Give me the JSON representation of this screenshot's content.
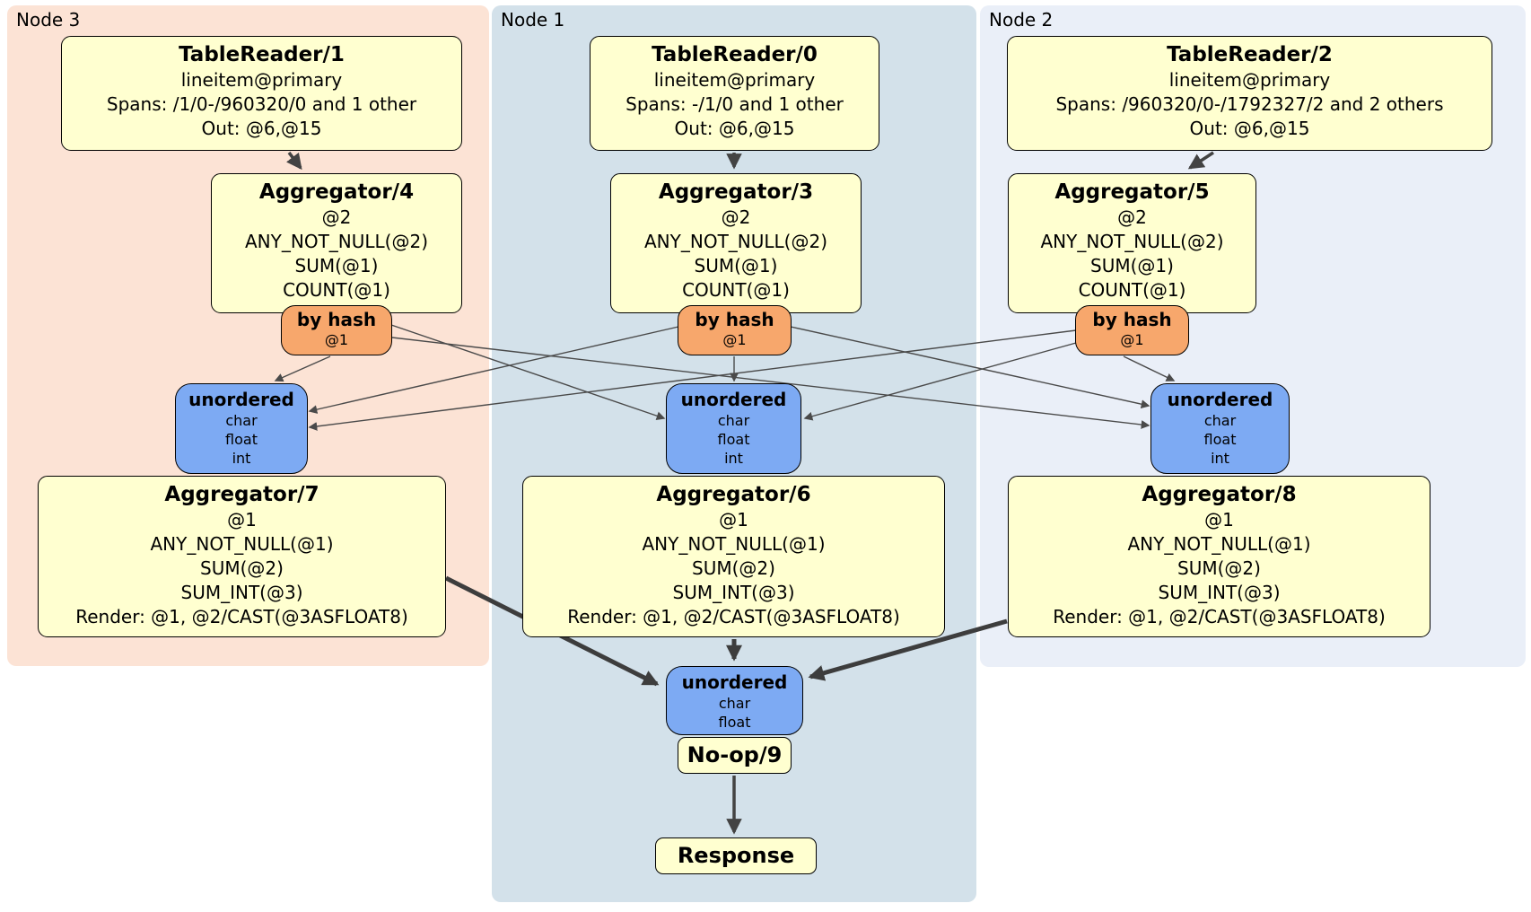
{
  "panels": [
    {
      "label": "Node 3"
    },
    {
      "label": "Node 1"
    },
    {
      "label": "Node 2"
    }
  ],
  "colors": {
    "node3_bg": "#fce3d5",
    "node1_bg": "#d3e1ea",
    "node2_bg": "#eaeff8",
    "processor_bg": "#ffffd0",
    "router_bg": "#f7a76c",
    "sync_bg": "#7daaf3",
    "edge": "#434343"
  },
  "boxes": {
    "tr1": {
      "title": "TableReader/1",
      "lines": [
        "lineitem@primary",
        "Spans: /1/0-/960320/0 and 1 other",
        "Out: @6,@15"
      ]
    },
    "agg4": {
      "title": "Aggregator/4",
      "lines": [
        "@2",
        "ANY_NOT_NULL(@2)",
        "SUM(@1)",
        "COUNT(@1)"
      ]
    },
    "byhash3": {
      "title": "by hash",
      "sub": "@1"
    },
    "unordered3": {
      "title": "unordered",
      "lines": [
        "char",
        "float",
        "int"
      ]
    },
    "agg7": {
      "title": "Aggregator/7",
      "lines": [
        "@1",
        "ANY_NOT_NULL(@1)",
        "SUM(@2)",
        "SUM_INT(@3)",
        "Render: @1, @2/CAST(@3ASFLOAT8)"
      ]
    },
    "tr0": {
      "title": "TableReader/0",
      "lines": [
        "lineitem@primary",
        "Spans: -/1/0 and 1 other",
        "Out: @6,@15"
      ]
    },
    "agg3": {
      "title": "Aggregator/3",
      "lines": [
        "@2",
        "ANY_NOT_NULL(@2)",
        "SUM(@1)",
        "COUNT(@1)"
      ]
    },
    "byhash1": {
      "title": "by hash",
      "sub": "@1"
    },
    "unordered1": {
      "title": "unordered",
      "lines": [
        "char",
        "float",
        "int"
      ]
    },
    "agg6": {
      "title": "Aggregator/6",
      "lines": [
        "@1",
        "ANY_NOT_NULL(@1)",
        "SUM(@2)",
        "SUM_INT(@3)",
        "Render: @1, @2/CAST(@3ASFLOAT8)"
      ]
    },
    "tr2": {
      "title": "TableReader/2",
      "lines": [
        "lineitem@primary",
        "Spans: /960320/0-/1792327/2 and 2 others",
        "Out: @6,@15"
      ]
    },
    "agg5": {
      "title": "Aggregator/5",
      "lines": [
        "@2",
        "ANY_NOT_NULL(@2)",
        "SUM(@1)",
        "COUNT(@1)"
      ]
    },
    "byhash2": {
      "title": "by hash",
      "sub": "@1"
    },
    "unordered2": {
      "title": "unordered",
      "lines": [
        "char",
        "float",
        "int"
      ]
    },
    "agg8": {
      "title": "Aggregator/8",
      "lines": [
        "@1",
        "ANY_NOT_NULL(@1)",
        "SUM(@2)",
        "SUM_INT(@3)",
        "Render: @1, @2/CAST(@3ASFLOAT8)"
      ]
    },
    "unordered_final": {
      "title": "unordered",
      "lines": [
        "char",
        "float"
      ]
    },
    "noop": {
      "title": "No-op/9"
    },
    "response": {
      "title": "Response"
    }
  }
}
